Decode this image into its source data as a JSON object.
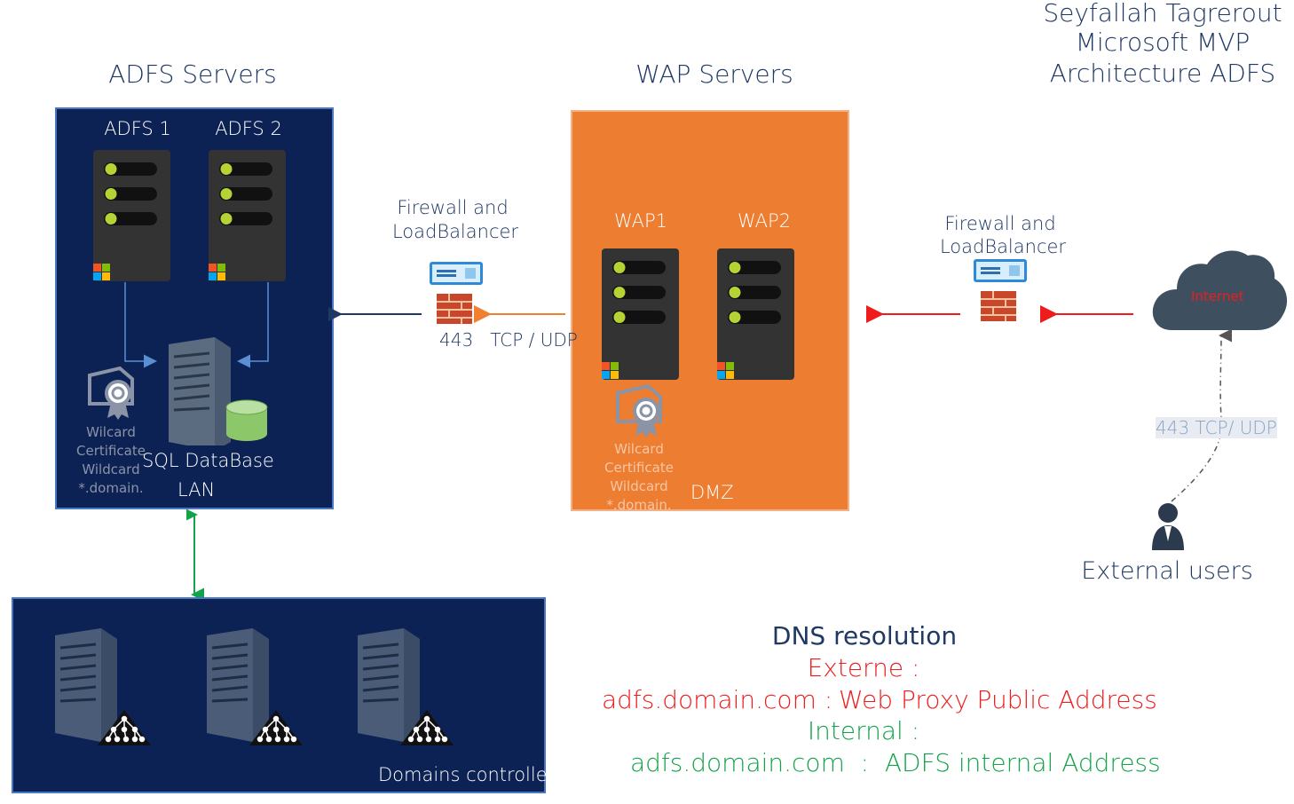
{
  "author": {
    "name": "Seyfallah Tagrerout",
    "role": "Microsoft MVP",
    "subject": "Architecture ADFS"
  },
  "adfs": {
    "section_title": "ADFS Servers",
    "server1_label": "ADFS 1",
    "server2_label": "ADFS 2",
    "db_label": "SQL DataBase",
    "zone_label": "LAN",
    "cert": {
      "line1": "Wilcard",
      "line2": "Certificate",
      "line3": "Wildcard",
      "line4": "*.domain."
    }
  },
  "wap": {
    "section_title": "WAP Servers",
    "server1_label": "WAP1",
    "server2_label": "WAP2",
    "zone_label": "DMZ",
    "cert": {
      "line1": "Wilcard",
      "line2": "Certificate",
      "line3": "Wildcard",
      "line4": "*.domain."
    }
  },
  "firewall_internal": {
    "line1": "Firewall and",
    "line2": "LoadBalancer",
    "port_label": "443   TCP / UDP"
  },
  "firewall_external": {
    "line1": "Firewall and",
    "line2": "LoadBalancer"
  },
  "internet": {
    "label": "Internet",
    "port_label": "443 TCP/ UDP"
  },
  "external_users": {
    "label": "External users"
  },
  "domain_controllers": {
    "label": "Domains controllers"
  },
  "dns": {
    "title": "DNS resolution",
    "externe_label": "Externe :",
    "externe_host": "adfs.domain.com :",
    "externe_value": "Web Proxy Public Address",
    "internal_label": "Internal :",
    "internal_line": "adfs.domain.com  :  ADFS internal Address"
  },
  "colors": {
    "navy_panel": "#0d2254",
    "orange_panel": "#ed7d31",
    "server_body": "#333333",
    "led_green": "#b5d334",
    "arrow_red": "#ee1c1c",
    "arrow_orange": "#f08030",
    "arrow_navy": "#1f3864",
    "arrow_green": "#13a34a",
    "cloud": "#3e4f60"
  }
}
